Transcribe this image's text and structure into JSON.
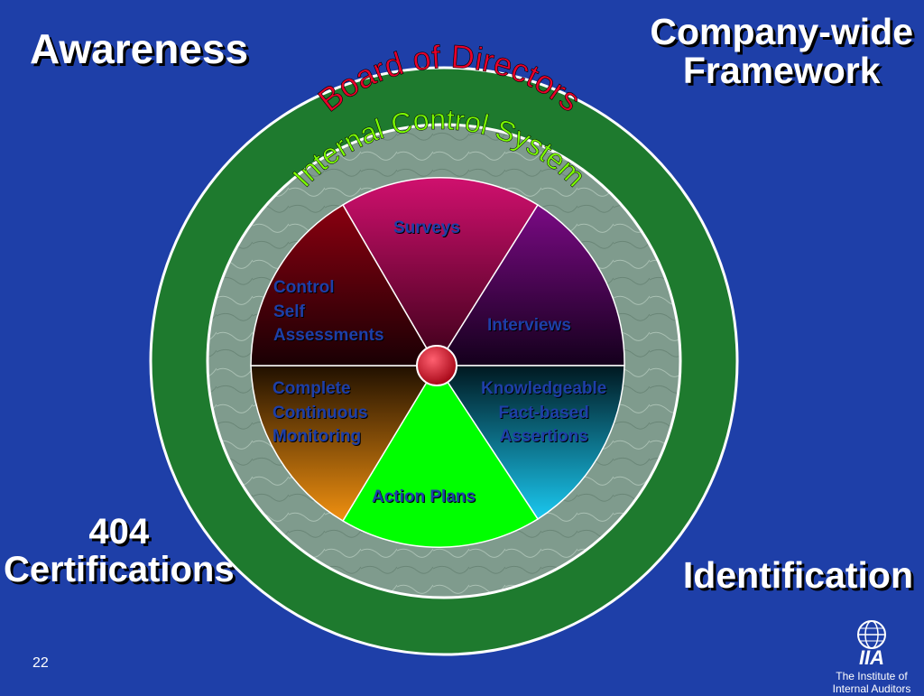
{
  "slide": {
    "top_left": "Awareness",
    "top_right_line1": "Company-wide",
    "top_right_line2": "Framework",
    "bottom_left_line1": "404",
    "bottom_left_line2": "Certifications",
    "bottom_right": "Identification",
    "slide_number": "22"
  },
  "rings": {
    "outer_text": "Board of Directors",
    "inner_text": "Internal Control System"
  },
  "segments": {
    "surveys": "Surveys",
    "interviews": "Interviews",
    "assertions": "Knowledgeable\nFact-based\nAssertions",
    "action_plans": "Action Plans",
    "monitoring": "Complete\nContinuous\nMonitoring",
    "self_assessments": "Control\nSelf\nAssessments"
  },
  "logo": {
    "mark": "IIA",
    "line1": "The Institute of",
    "line2": "Internal Auditors"
  },
  "colors": {
    "background": "#1e3fa8",
    "outer_ring": "#1e7a2e",
    "inner_ring": "#7e9a8c",
    "surveys": "#c8106a",
    "interviews": "#6a0a70",
    "assertions": "#19b8e0",
    "action_plans": "#00ff00",
    "monitoring": "#e88a10",
    "self_assessments": "#7a0010",
    "outer_text": "#e8002a",
    "inner_text": "#7cff00"
  }
}
